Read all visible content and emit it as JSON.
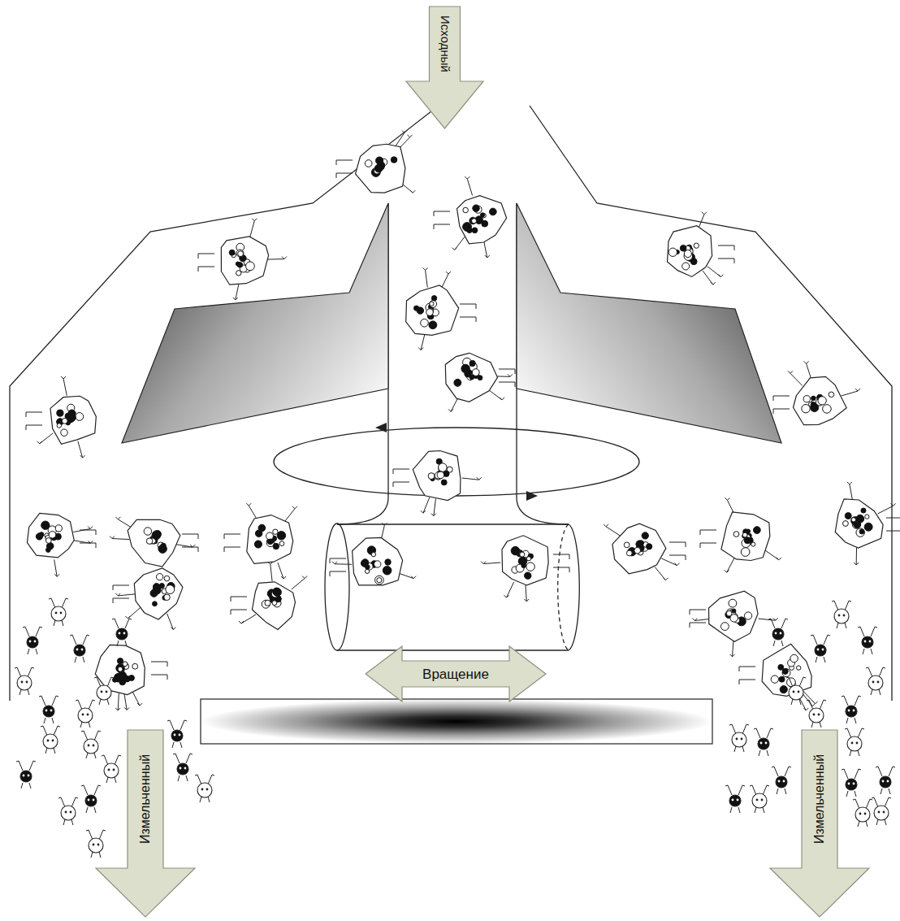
{
  "diagram": {
    "nodes": [
      {
        "text": [
          "Исходный"
        ]
      },
      {
        "text": [
          "Вращение"
        ]
      },
      {
        "text": [
          "Измельченный"
        ]
      },
      {
        "text": [
          "Измельченный"
        ]
      }
    ]
  }
}
